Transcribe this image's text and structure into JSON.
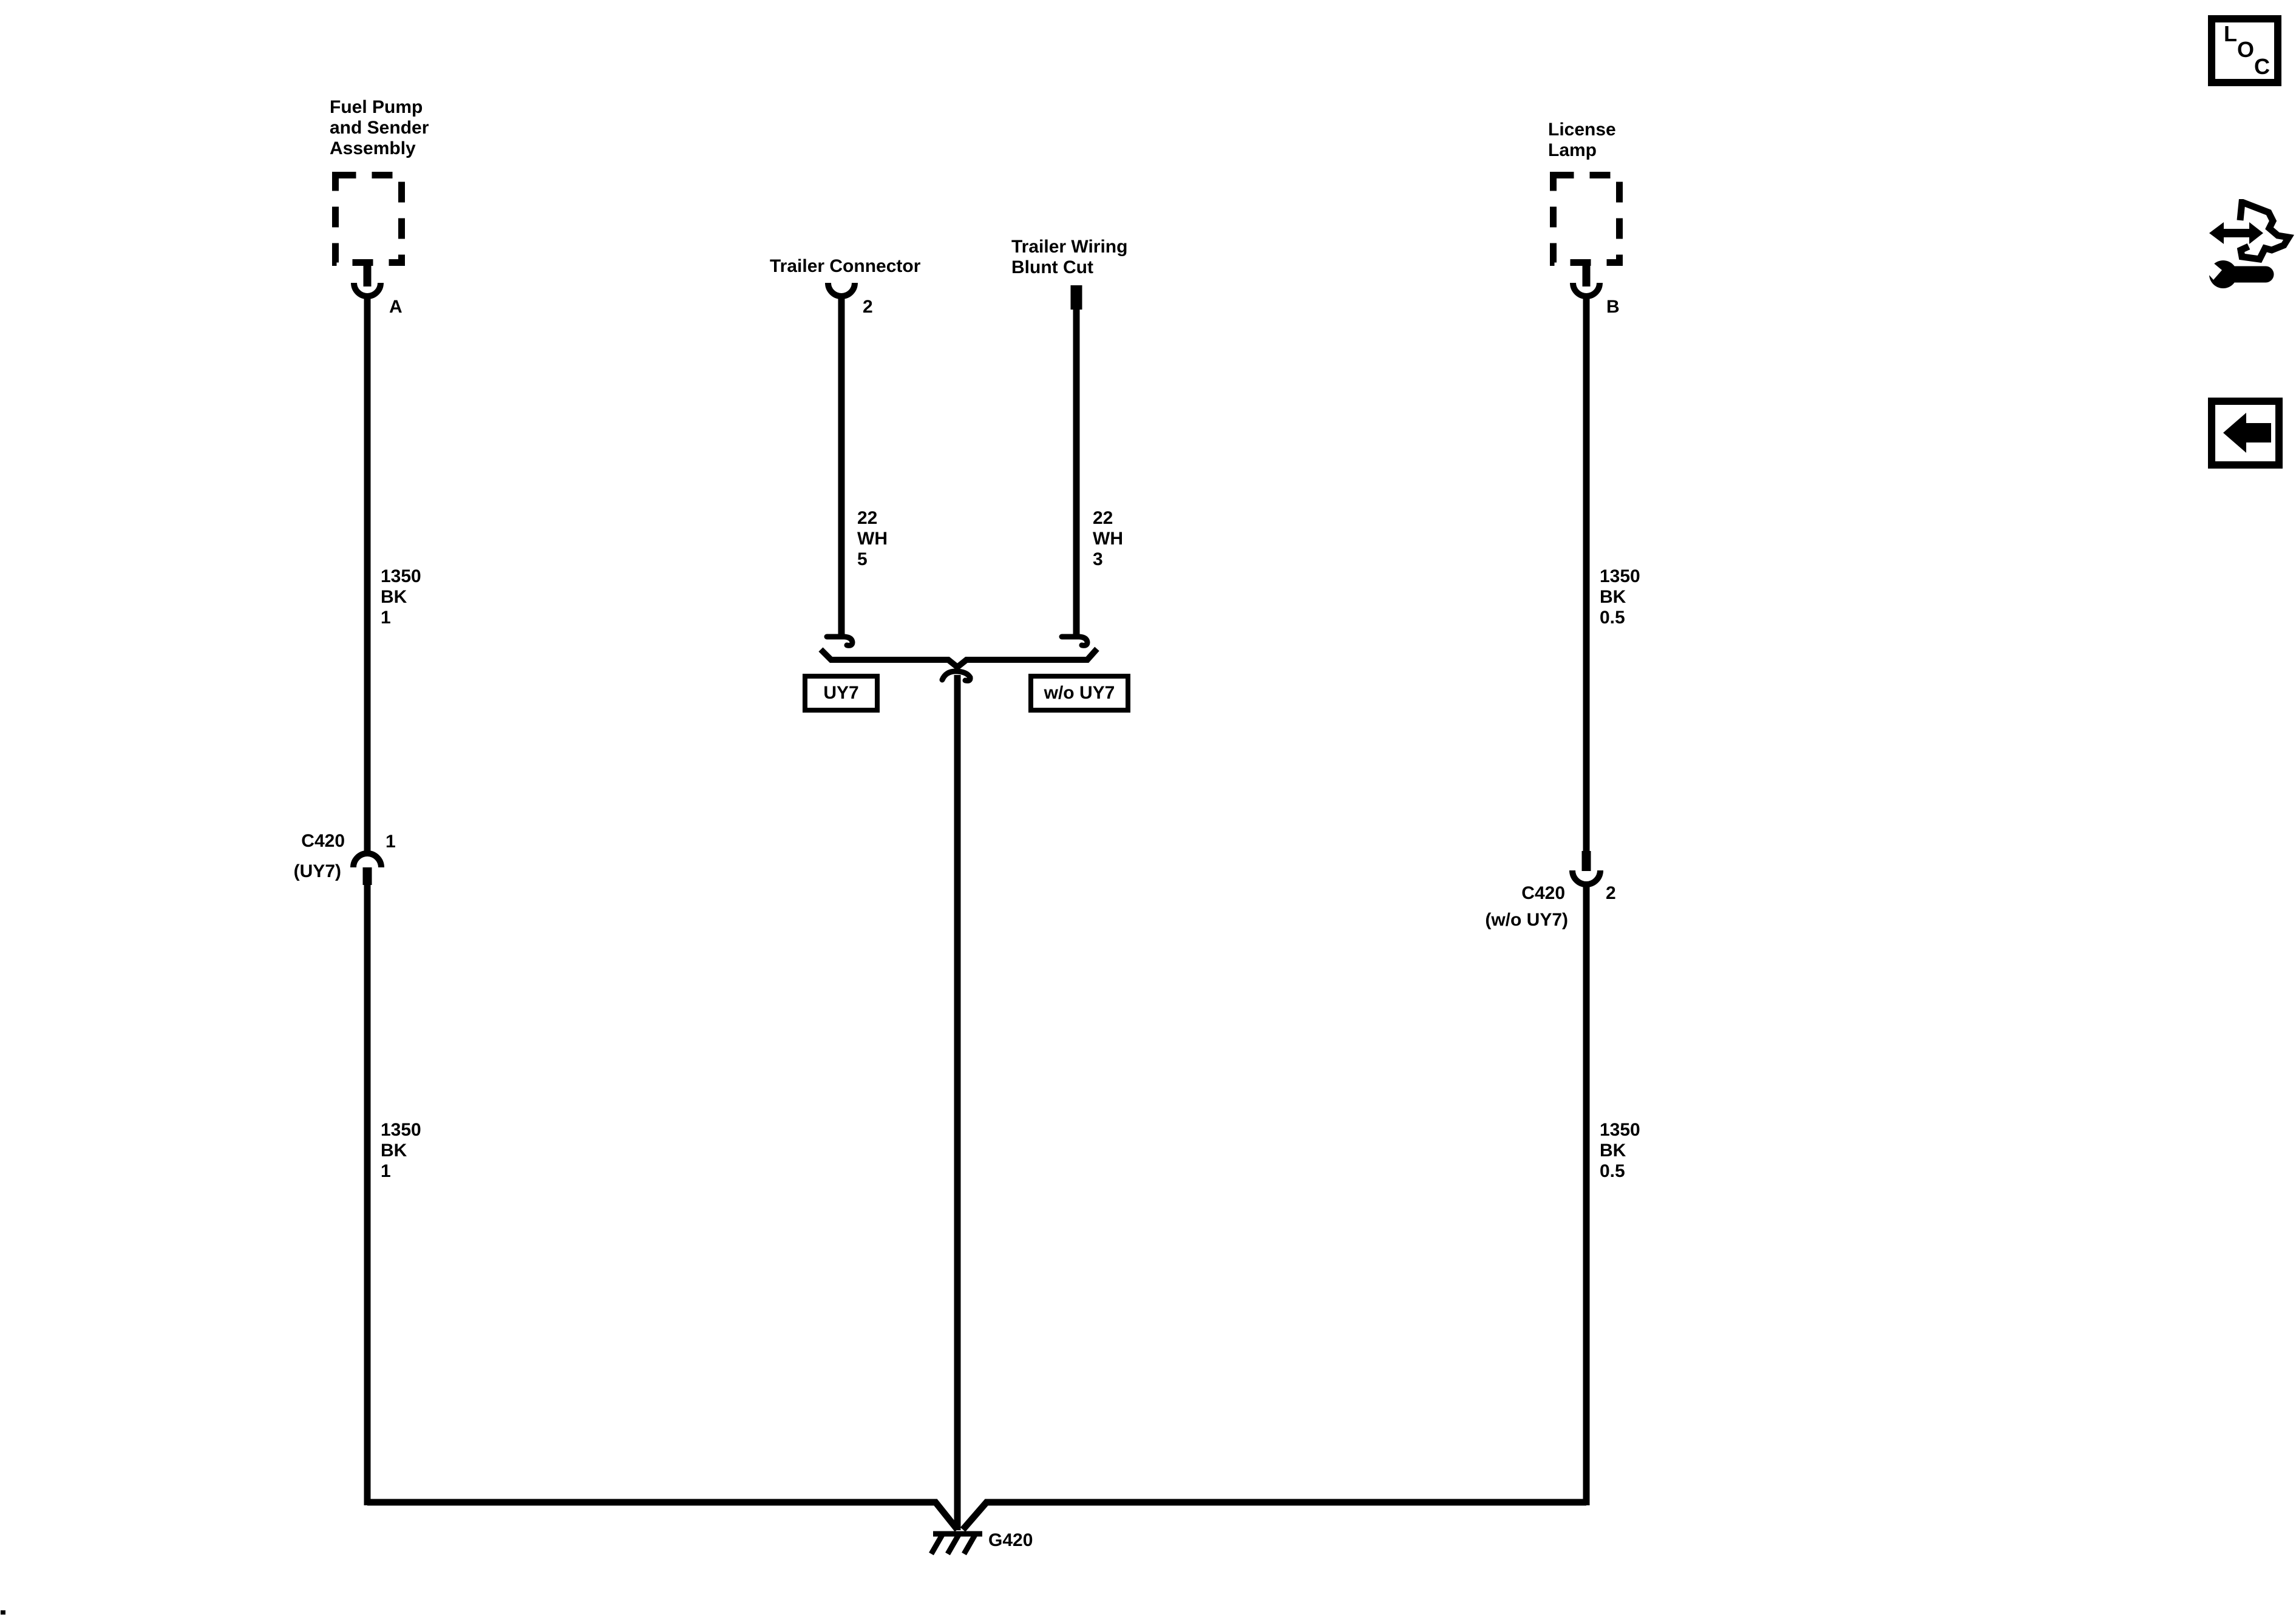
{
  "colors": {
    "line": "#000000",
    "background": "#ffffff"
  },
  "components": {
    "fuel_pump": {
      "label": "Fuel Pump\nand Sender\nAssembly",
      "pin": "A"
    },
    "license_lamp": {
      "label": "License\nLamp",
      "pin": "B"
    },
    "trailer_connector": {
      "label": "Trailer Connector",
      "pin": "2"
    },
    "trailer_blunt_cut": {
      "label": "Trailer Wiring\nBlunt Cut"
    }
  },
  "wire_labels": {
    "fuel_pump_upper": "1350\nBK\n1",
    "fuel_pump_lower": "1350\nBK\n1",
    "license_upper": "1350\nBK\n0.5",
    "license_lower": "1350\nBK\n0.5",
    "trailer_connector_wire": "22\nWH\n5",
    "blunt_cut_wire": "22\nWH\n3"
  },
  "connectors": {
    "c420_uy7": {
      "name": "C420",
      "variant": "(UY7)",
      "pin": "1"
    },
    "c420_wo_uy7": {
      "name": "C420",
      "variant": "(w/o UY7)",
      "pin": "2"
    }
  },
  "options": {
    "uy7": "UY7",
    "wo_uy7": "w/o UY7"
  },
  "ground": {
    "label": "G420"
  },
  "toolbar": {
    "loc_l": "L",
    "loc_o": "O",
    "loc_c": "C"
  }
}
